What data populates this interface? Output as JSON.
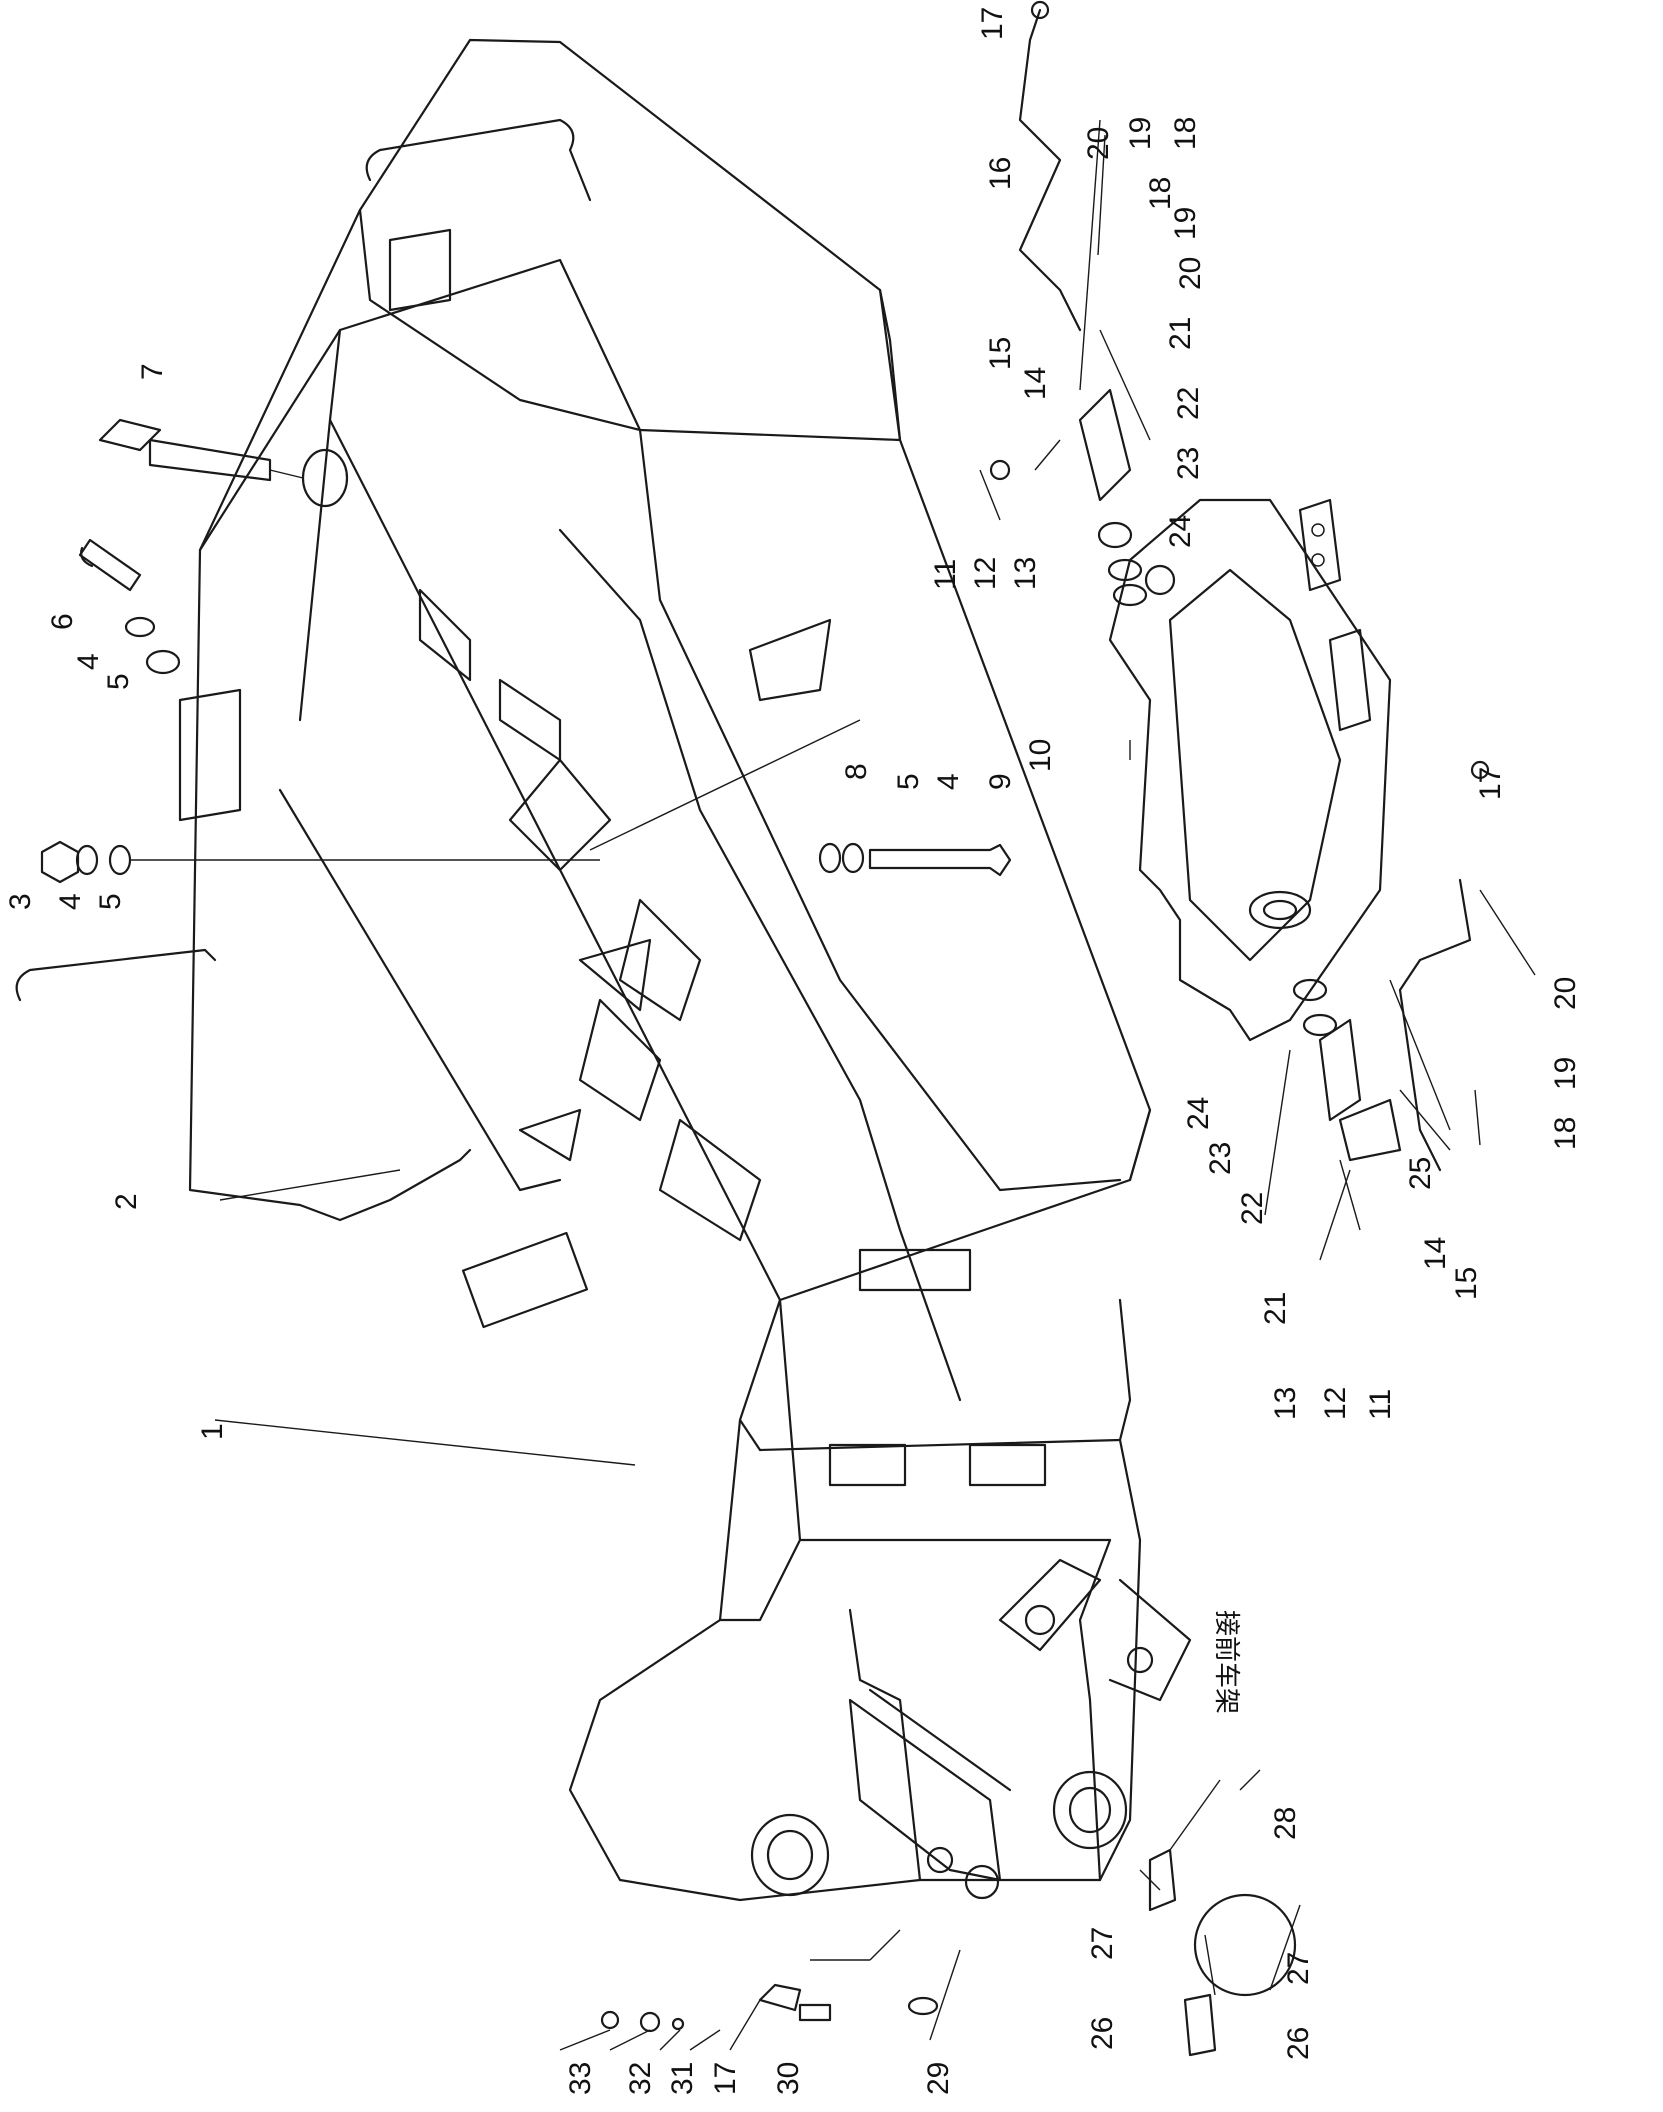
{
  "labels": [
    "1",
    "2",
    "3",
    "4",
    "5",
    "6",
    "7",
    "8",
    "9",
    "10",
    "11",
    "12",
    "13",
    "14",
    "15",
    "16",
    "17",
    "18",
    "19",
    "20",
    "21",
    "22",
    "23",
    "24",
    "25",
    "26",
    "27",
    "28",
    "29",
    "30",
    "31",
    "32",
    "33"
  ],
  "chinese_note": "接前车架"
}
